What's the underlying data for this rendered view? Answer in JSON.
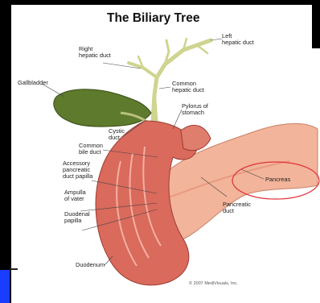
{
  "title": "The Biliary Tree",
  "labels": {
    "right_hepatic_duct": "Right\nhepatic duct",
    "left_hepatic_duct": "Left\nhepatic duct",
    "gallbladder": "Gallbladder",
    "common_hepatic_duct": "Common\nhepatic duct",
    "pylorus": "Pylorus of\nstomach",
    "cystic_duct": "Cystic\nduct",
    "common_bile_duct": "Common\nbile duct",
    "accessory_pancreatic_duct": "Accessory\npancreatic\nduct papilla",
    "ampulla_of_vater": "Ampulla\nof vater",
    "duodenal_papilla": "Duodenal\npapilla",
    "duodenum": "Duodenum",
    "pancreas": "Pancreas",
    "pancreatic_duct": "Pancreatic\nduct"
  },
  "copyright": "© 2007 MediVisuals, Inc.",
  "colors": {
    "frame": "#000000",
    "tab": "#1a3cff",
    "highlight_circle": "#e0303a",
    "gallbladder": "#5e7a2c",
    "duodenum": "#d96a5c",
    "pancreas": "#f2b49a",
    "ducts": "#c9cf8f"
  }
}
